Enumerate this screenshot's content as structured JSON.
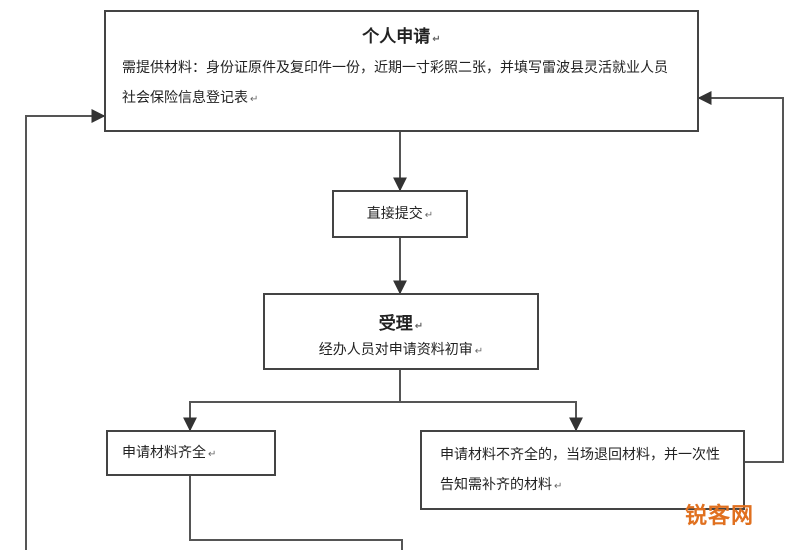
{
  "flowchart": {
    "apply": {
      "title": "个人申请",
      "body": "需提供材料：身份证原件及复印件一份，近期一寸彩照二张，并填写雷波县灵活就业人员社会保险信息登记表"
    },
    "submit": {
      "label": "直接提交"
    },
    "accept": {
      "title": "受理",
      "body": "经办人员对申请资料初审"
    },
    "incomplete": {
      "label": "申请材料齐全"
    },
    "return": {
      "body": "申请材料不齐全的，当场退回材料，并一次性告知需补齐的材料"
    }
  },
  "watermark": {
    "text": "锐客网"
  }
}
